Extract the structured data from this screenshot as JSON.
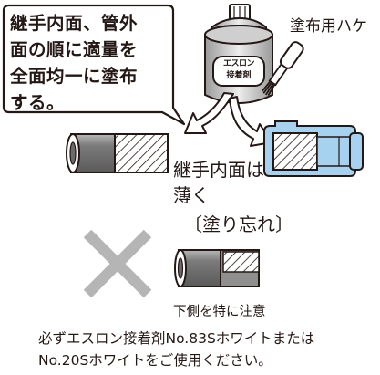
{
  "callout": {
    "text": "継手内面、管外\n面の順に適量を\n全面均一に塗布\nする。"
  },
  "brush": {
    "label": "塗布用ハケ"
  },
  "can": {
    "brand": "エスロン",
    "product": "接着剤"
  },
  "apply": {
    "label": "継手内面は\n薄く"
  },
  "forgot": {
    "title": "〔塗り忘れ〕",
    "note": "下側を特に注意"
  },
  "footer": {
    "text": "必ずエスロン接着剤No.83Sホワイトまたは\nNo.20Sホワイトをご使用ください。"
  },
  "colors": {
    "ink": "#231815",
    "fitting_blue": "#a7d2ef",
    "pipe_gray": "#8a8a8a",
    "cross_gray": "#b5b5b5"
  }
}
